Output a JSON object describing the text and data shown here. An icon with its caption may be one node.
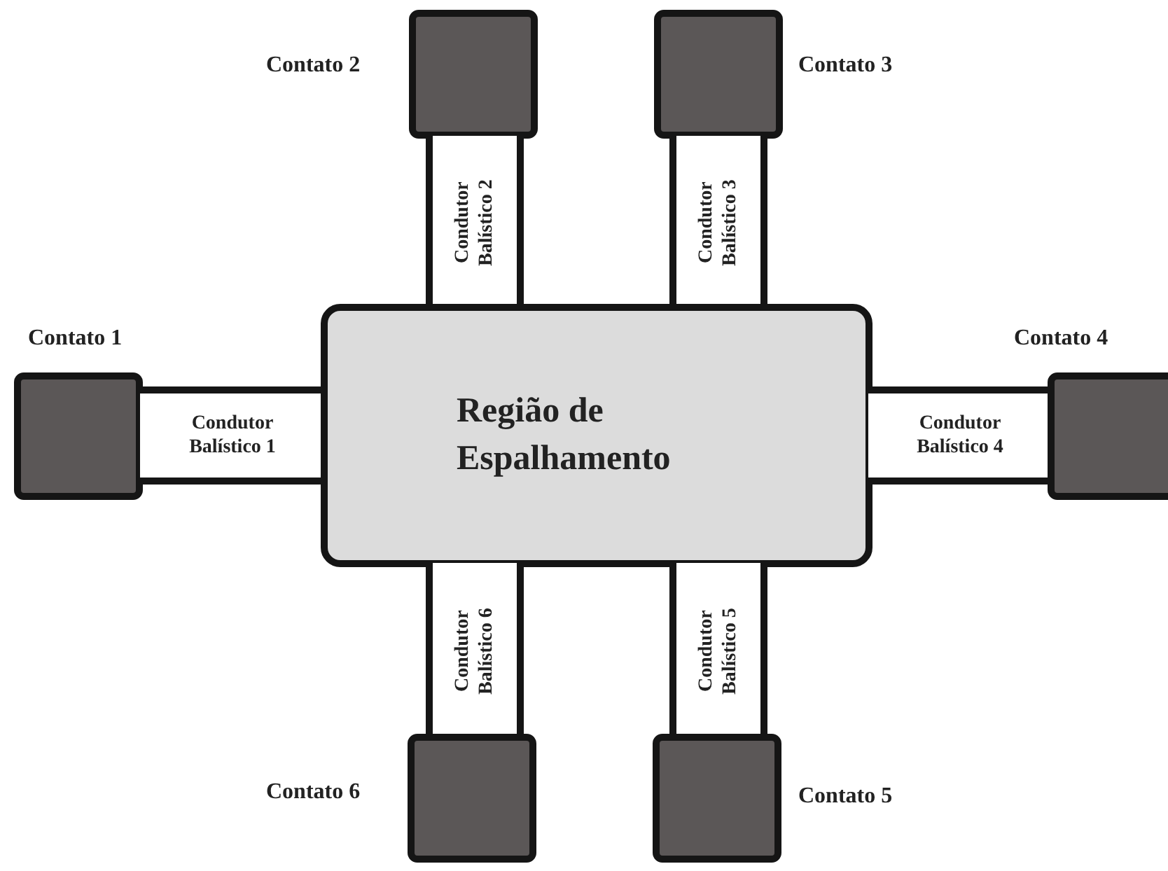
{
  "diagram": {
    "nodes": [
      {
        "text": [],
        "shape": "box",
        "beside": [
          "Contato 2"
        ]
      },
      {
        "text": [],
        "shape": "box",
        "beside": [
          "Contato 3"
        ]
      },
      {
        "text": [
          "Condutor Balístico 2"
        ]
      },
      {
        "text": [
          "Condutor Balístico 3"
        ]
      },
      {
        "text": [],
        "shape": "box",
        "beside": [
          "Contato 1"
        ]
      },
      {
        "text": [
          "Condutor Balístico 1"
        ]
      },
      {
        "text": [
          "Região de Espalhamento"
        ]
      },
      {
        "text": [
          "Condutor Balístico 4"
        ]
      },
      {
        "text": [],
        "shape": "box",
        "beside": [
          "Contato 4"
        ]
      },
      {
        "text": [
          "Condutor Balístico 6"
        ]
      },
      {
        "text": [
          "Condutor Balístico 5"
        ]
      },
      {
        "text": [],
        "shape": "box",
        "beside": [
          "Contato 6"
        ]
      },
      {
        "text": [],
        "shape": "box",
        "beside": [
          "Contato 5"
        ]
      }
    ]
  }
}
